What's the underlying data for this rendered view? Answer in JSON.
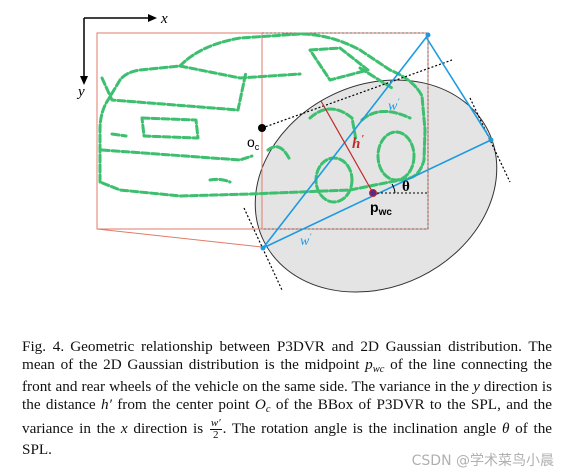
{
  "figure": {
    "axis_x_label": "x",
    "axis_y_label": "y",
    "center_label_main": "o",
    "center_label_sub": "c",
    "h_label": "h",
    "w_label_upper": "w",
    "w_label_lower": "w",
    "p_label_main": "p",
    "p_label_sub": "wc",
    "theta_label": "θ",
    "colors": {
      "car_outline": "#3cbf6e",
      "bbox_red": "#e07b68",
      "bbox_dashed": "#555555",
      "ellipse_fill": "#e4e4e4",
      "cyan_line": "#1e9be0",
      "h_line": "#c0282a",
      "point_purple": "#5b2a86"
    }
  },
  "caption": {
    "label": "Fig. 4.",
    "t1": "Geometric relationship between P3DVR and 2D Gaussian distribution. The mean of the 2D Gaussian distribution is the midpoint",
    "p_main": "p",
    "p_sub": "wc",
    "t2": "of the line connecting the front and rear wheels of the vehicle on the same side. The variance in the",
    "y_var": "y",
    "t3": "direction is the distance",
    "h_var": "h′",
    "t4": "from the center point",
    "o_main": "O",
    "o_sub": "c",
    "t5": "of the BBox of P3DVR to the SPL, and the variance in the",
    "x_var": "x",
    "t6": "direction is",
    "frac_num": "w′",
    "frac_den": "2",
    "t7": ". The rotation angle is the inclination angle",
    "theta": "θ",
    "t8": "of the SPL."
  },
  "watermark": "CSDN @学术菜鸟小晨"
}
